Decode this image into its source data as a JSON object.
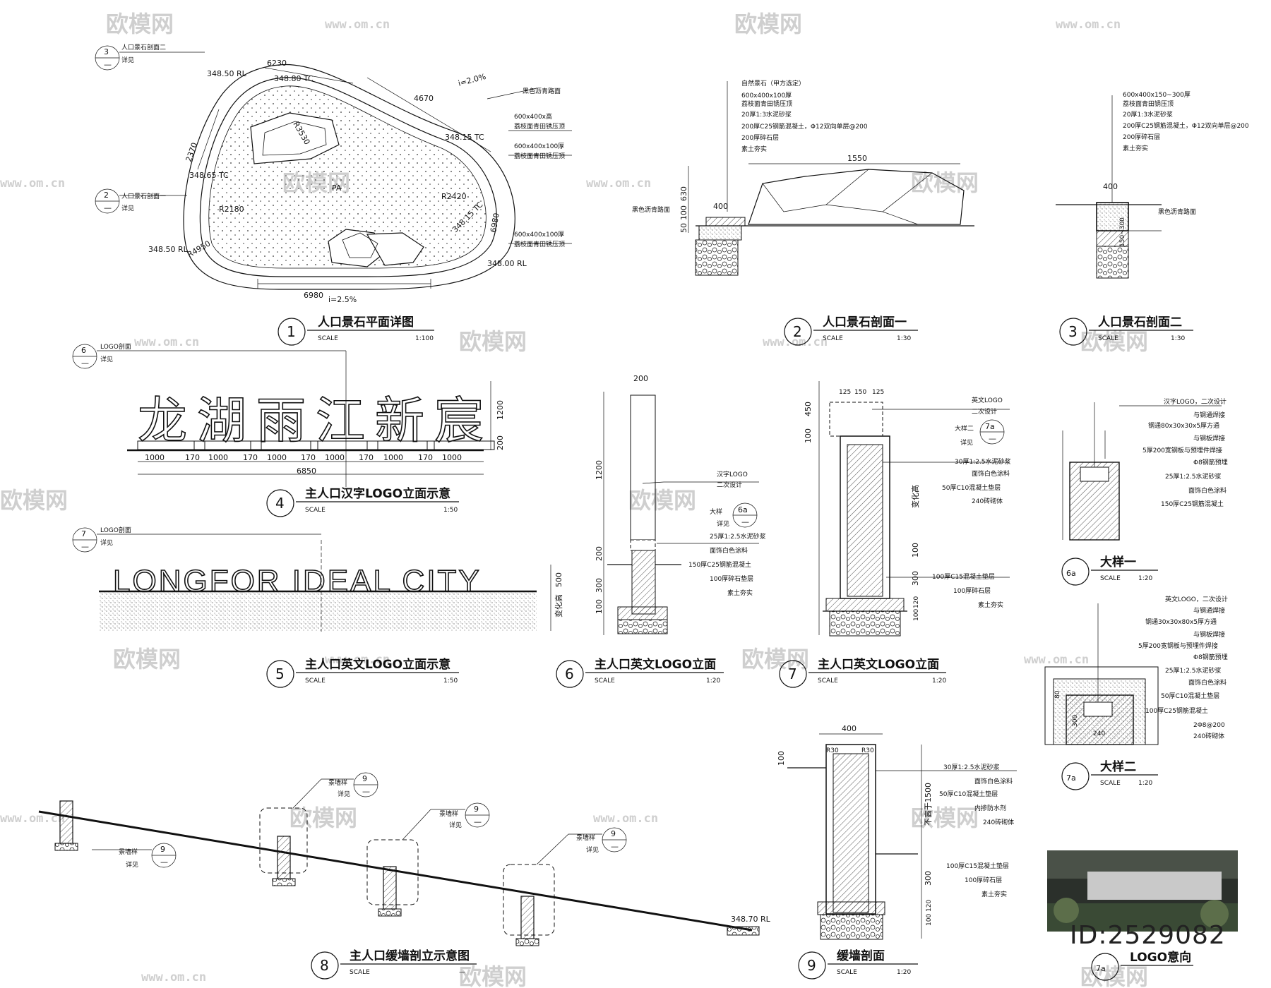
{
  "watermark": {
    "brand": "欧模网",
    "url": "www.om.cn"
  },
  "id_label": "ID:2529082",
  "detail_1": {
    "num": "1",
    "title": "人口景石平面详图",
    "scale_word": "SCALE",
    "scale": "1:100",
    "callout_a": {
      "n": "3",
      "sub": "—",
      "text": "人口景石剖面二",
      "detail": "详见"
    },
    "callout_b": {
      "n": "2",
      "sub": "—",
      "text": "人口景石剖面一",
      "detail": "详见"
    },
    "dims": [
      "6230",
      "4670",
      "2370",
      "6980",
      "6980",
      "R3530",
      "R2420",
      "R2180",
      "R4950"
    ],
    "levels": [
      "348.50 RL",
      "348.80 TC",
      "348.65 TC",
      "348.15 TC",
      "348.15 TC",
      "348.50 RL",
      "348.00 RL"
    ],
    "slopes": [
      "i=2.0%",
      "i=2.5%"
    ],
    "notes": [
      "黑色沥青路面",
      "600x400x高",
      "荔枝面青田锈压顶",
      "600x400x100厚",
      "荔枝面青田锈压顶",
      "600x400x100厚",
      "荔枝面青田锈压顶"
    ],
    "pa": "PA"
  },
  "detail_2": {
    "num": "2",
    "title": "人口景石剖面一",
    "scale_word": "SCALE",
    "scale": "1:30",
    "notes": [
      "自然景石（甲方选定）",
      "600x400x100厚",
      "荔枝面青田锈压顶",
      "20厚1:3水泥砂浆",
      "200厚C25钢筋混凝土，Φ12双向单层@200",
      "200厚碎石层",
      "素土夯实"
    ],
    "dims": [
      "1550",
      "630",
      "400",
      "100",
      "50"
    ],
    "left_note": "黑色沥青路面"
  },
  "detail_3": {
    "num": "3",
    "title": "人口景石剖面二",
    "scale_word": "SCALE",
    "scale": "1:30",
    "notes": [
      "600x400x150~300厚",
      "荔枝面青田锈压顶",
      "20厚1:3水泥砂浆",
      "200厚C25钢筋混凝土，Φ12双向单层@200",
      "200厚碎石层",
      "素土夯实"
    ],
    "dims": [
      "400",
      "150~300"
    ],
    "right_note": "黑色沥青路面"
  },
  "detail_4": {
    "num": "4",
    "title": "主人口汉字LOGO立面示意",
    "scale_word": "SCALE",
    "scale": "1:50",
    "callout": {
      "n": "6",
      "sub": "—",
      "text": "LOGO剖面",
      "detail": "详见"
    },
    "logo_text": "龙湖雨江新宸",
    "dims_h": [
      "1000",
      "170",
      "1000",
      "170",
      "1000",
      "170",
      "1000",
      "170",
      "1000",
      "170",
      "1000"
    ],
    "total": "6850",
    "dims_v": [
      "1200",
      "200"
    ]
  },
  "detail_5": {
    "num": "5",
    "title": "主人口英文LOGO立面示意",
    "scale_word": "SCALE",
    "scale": "1:50",
    "callout": {
      "n": "7",
      "sub": "—",
      "text": "LOGO剖面",
      "detail": "详见"
    },
    "logo_text": "LONGFOR IDEAL CITY",
    "dims_v": [
      "500",
      "变化高"
    ]
  },
  "detail_6": {
    "num": "6",
    "title": "主人口英文LOGO立面",
    "scale_word": "SCALE",
    "scale": "1:20",
    "notes": [
      "汉字LOGO",
      "二次设计",
      "25厚1:2.5水泥砂浆",
      "面饰白色涂料",
      "150厚C25钢筋混凝土",
      "100厚碎石垫层",
      "素土夯实"
    ],
    "callout": {
      "label": "大样",
      "n": "6a",
      "sub": "—",
      "detail": "详见"
    },
    "dims": [
      "200",
      "1200",
      "200",
      "300",
      "100"
    ]
  },
  "detail_6a": {
    "num": "6a",
    "title": "大样一",
    "scale_word": "SCALE",
    "scale": "1:20",
    "notes": [
      "汉字LOGO，二次设计",
      "与钢通焊接",
      "钢通80x30x30x5厚方通",
      "与钢板焊接",
      "5厚200宽钢板与预埋件焊接",
      "Φ8钢筋预埋",
      "25厚1:2.5水泥砂浆",
      "面饰白色涂料",
      "150厚C25钢筋混凝土"
    ]
  },
  "detail_7": {
    "num": "7",
    "title": "主人口英文LOGO立面",
    "scale_word": "SCALE",
    "scale": "1:20",
    "notes": [
      "英文LOGO",
      "二次设计",
      "30厚1:2.5水泥砂浆",
      "面饰白色涂料",
      "50厚C10混凝土垫层",
      "240砖砌体",
      "100厚C15混凝土垫层",
      "100厚碎石层",
      "素土夯实"
    ],
    "callout": {
      "label": "大样二",
      "n": "7a",
      "sub": "—",
      "detail": "详见"
    },
    "dims": [
      "125",
      "150",
      "125",
      "450",
      "100",
      "变化高",
      "100",
      "300",
      "120",
      "100"
    ]
  },
  "detail_7a": {
    "num": "7a",
    "title": "大样二",
    "scale_word": "SCALE",
    "scale": "1:20",
    "notes": [
      "英文LOGO，二次设计",
      "与钢通焊接",
      "钢通30x30x80x5厚方通",
      "与钢板焊接",
      "5厚200宽钢板与预埋件焊接",
      "Φ8钢筋预埋",
      "25厚1:2.5水泥砂浆",
      "面饰白色涂料",
      "50厚C10混凝土垫层",
      "100厚C25钢筋混凝土",
      "2Φ8@200",
      "240砖砌体"
    ],
    "dims": [
      "80",
      "300",
      "240"
    ]
  },
  "detail_8": {
    "num": "8",
    "title": "主人口缓墙剖立示意图",
    "scale_word": "SCALE",
    "scale": "—",
    "callout": {
      "label": "景墙样",
      "n": "9",
      "sub": "—",
      "detail": "详见"
    },
    "level": "348.70 RL"
  },
  "detail_9": {
    "num": "9",
    "title": "缓墙剖面",
    "scale_word": "SCALE",
    "scale": "1:20",
    "notes": [
      "30厚1:2.5水泥砂浆",
      "面饰白色涂料",
      "50厚C10混凝土垫层",
      "内掺防水剂",
      "240砖砌体",
      "100厚C15混凝土垫层",
      "100厚碎石层",
      "素土夯实"
    ],
    "dims": [
      "400",
      "R30",
      "R30",
      "100",
      "不高于1500",
      "300",
      "120",
      "100"
    ]
  },
  "detail_7a_photo": {
    "num": "7a",
    "title": "LOGO意向"
  }
}
